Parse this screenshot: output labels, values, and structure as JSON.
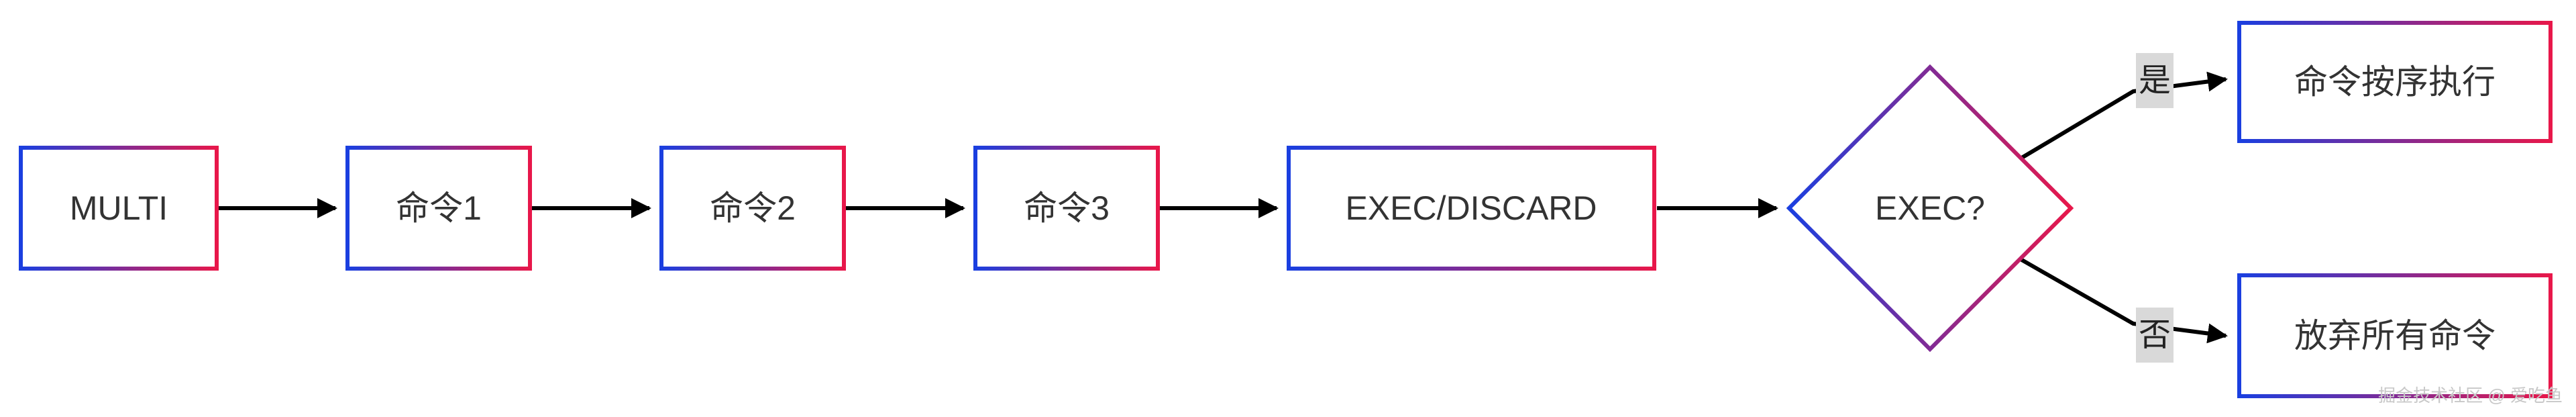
{
  "nodes": {
    "multi": "MULTI",
    "cmd1": "命令1",
    "cmd2": "命令2",
    "cmd3": "命令3",
    "exec_discard": "EXEC/DISCARD",
    "exec_decision": "EXEC?",
    "execute_in_order": "命令按序执行",
    "discard_all": "放弃所有命令"
  },
  "edge_labels": {
    "yes": "是",
    "no": "否"
  },
  "watermark": "掘金技术社区 @ 爱吃鱼",
  "colors": {
    "border_start": "#1a3fe0",
    "border_end": "#e8174a",
    "arrow": "#000000",
    "edge_label_bg": "#d9d9d9",
    "text": "#333333"
  }
}
